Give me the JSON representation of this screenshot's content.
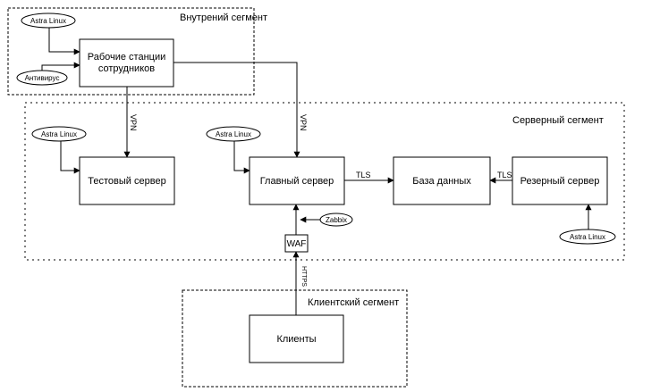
{
  "segments": {
    "internal": "Внутрений сегмент",
    "server": "Серверный сегмент",
    "client": "Клиентский сегмент"
  },
  "nodes": {
    "workstations_line1": "Рабочие станции",
    "workstations_line2": "сотрудников",
    "test_server": "Тестовый сервер",
    "main_server": "Главный сервер",
    "database": "База данных",
    "reserve_server": "Резерный сервер",
    "clients": "Клиенты",
    "waf": "WAF"
  },
  "tags": {
    "astra_ws": "Astra Linux",
    "antivirus": "Антивирус",
    "astra_test": "Astra Linux",
    "astra_main": "Astra Linux",
    "astra_reserve": "Astra Linux",
    "zabbix": "Zabbix"
  },
  "edge_labels": {
    "vpn_test": "VPN",
    "vpn_main": "VPN",
    "tls_db": "TLS",
    "tls_reserve": "TLS",
    "https": "HTTPS"
  }
}
